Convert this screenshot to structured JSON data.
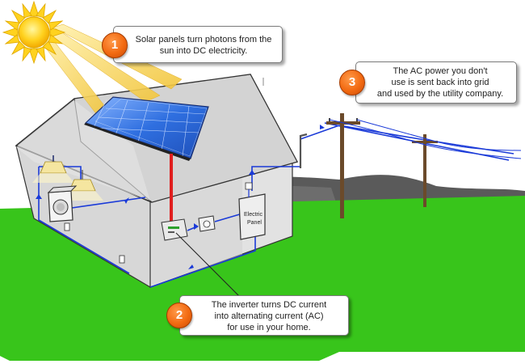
{
  "steps": [
    {
      "number": "1",
      "lines": [
        "Solar panels turn photons from the",
        "sun into DC electricity."
      ]
    },
    {
      "number": "2",
      "lines": [
        "The inverter turns DC current",
        "into alternating current (AC)",
        "for use in your home."
      ]
    },
    {
      "number": "3",
      "lines": [
        "The AC power you don't",
        "use is sent back into grid",
        "and used by the utility company."
      ]
    }
  ],
  "electric_panel": {
    "line1": "Electric",
    "line2": "Panel"
  },
  "colors": {
    "sun": "#ffd21f",
    "sky_ray": "#f2c53a",
    "ground": "#38c51b",
    "hills": "#5a5a5a",
    "house_wall": "#d7d7d7",
    "roof": "#c8c8c8",
    "solar_panel": "#2f6fe0",
    "dc_wire": "#e01e1e",
    "ac_wire": "#1a3ad8",
    "badge": "#f26a12"
  },
  "icons": {
    "sun": "sun-icon",
    "solar-panel": "solar-panel-icon",
    "inverter": "inverter-icon",
    "meter": "meter-icon",
    "light": "ceiling-light-icon",
    "washer": "washing-machine-icon",
    "utility-pole": "utility-pole-icon"
  }
}
